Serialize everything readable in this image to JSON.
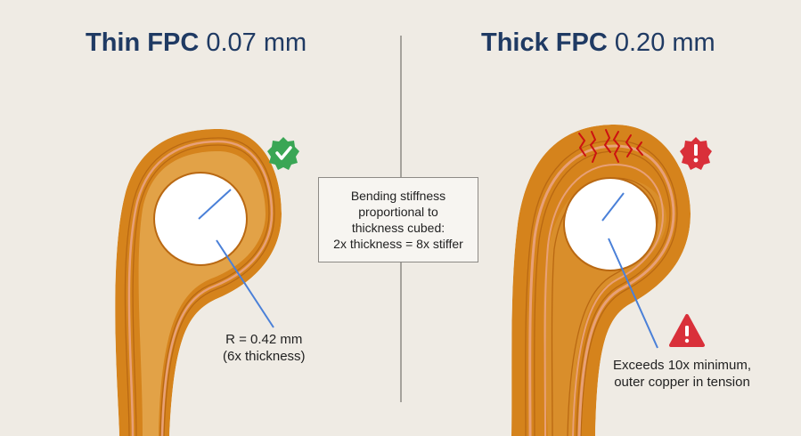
{
  "left": {
    "title_bold": "Thin FPC",
    "title_value": "0.07 mm",
    "radius_label": [
      "R = 0.42 mm",
      "(6x thickness)"
    ],
    "status_icon": "check-circle-icon",
    "status_color": "#3aa655"
  },
  "right": {
    "title_bold": "Thick FPC",
    "title_value": "0.20 mm",
    "warning_label": [
      "Exceeds 10x minimum,",
      "outer copper in tension"
    ],
    "status_icon": "exclamation-circle-icon",
    "warning_icon": "warning-triangle-icon",
    "status_color": "#d9303a"
  },
  "center": {
    "note": [
      "Bending stiffness",
      "proportional to",
      "thickness cubed:",
      "2x thickness = 8x stiffer"
    ]
  },
  "colors": {
    "fpc_base": "#d5831c",
    "fpc_light": "#e2a247",
    "copper": "#e8a077",
    "title": "#1f3a63",
    "pointer": "#4a80d8",
    "crack": "#cc1111"
  }
}
